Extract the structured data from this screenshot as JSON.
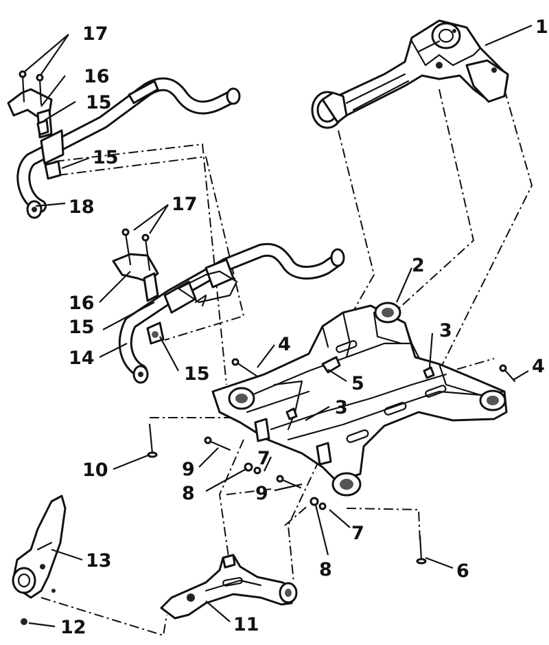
{
  "diagram": {
    "callouts": [
      {
        "key": "c1",
        "label": "1"
      },
      {
        "key": "c2",
        "label": "2"
      },
      {
        "key": "c3a",
        "label": "3"
      },
      {
        "key": "c3b",
        "label": "3"
      },
      {
        "key": "c4a",
        "label": "4"
      },
      {
        "key": "c4b",
        "label": "4"
      },
      {
        "key": "c5",
        "label": "5"
      },
      {
        "key": "c6",
        "label": "6"
      },
      {
        "key": "c7a",
        "label": "7"
      },
      {
        "key": "c7b",
        "label": "7"
      },
      {
        "key": "c8a",
        "label": "8"
      },
      {
        "key": "c8b",
        "label": "8"
      },
      {
        "key": "c9a",
        "label": "9"
      },
      {
        "key": "c9b",
        "label": "9"
      },
      {
        "key": "c10",
        "label": "10"
      },
      {
        "key": "c11",
        "label": "11"
      },
      {
        "key": "c12",
        "label": "12"
      },
      {
        "key": "c13",
        "label": "13"
      },
      {
        "key": "c14",
        "label": "14"
      },
      {
        "key": "c15a",
        "label": "15"
      },
      {
        "key": "c15b",
        "label": "15"
      },
      {
        "key": "c15c",
        "label": "15"
      },
      {
        "key": "c15d",
        "label": "15"
      },
      {
        "key": "c16a",
        "label": "16"
      },
      {
        "key": "c16b",
        "label": "16"
      },
      {
        "key": "c17a",
        "label": "17"
      },
      {
        "key": "c17b",
        "label": "17"
      },
      {
        "key": "c18",
        "label": "18"
      }
    ]
  }
}
